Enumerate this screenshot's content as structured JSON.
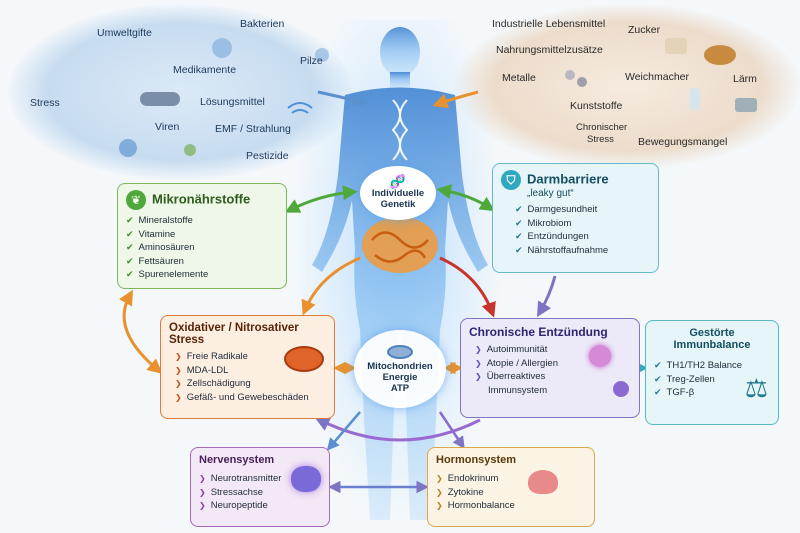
{
  "cloud_left": {
    "items": [
      "Umweltgifte",
      "Bakterien",
      "Pilze",
      "Medikamente",
      "Stress",
      "Lösungsmittel",
      "Viren",
      "EMF / Strahlung",
      "Pestizide"
    ]
  },
  "cloud_right": {
    "items": [
      "Industrielle Lebensmittel",
      "Zucker",
      "Nahrungsmittelzusätze",
      "Metalle",
      "Weichmacher",
      "Lärm",
      "Kunststoffe",
      "Chronischer",
      "Stress",
      "Bewegungsmangel"
    ]
  },
  "center": {
    "genetik_line1": "Individuelle",
    "genetik_line2": "Genetik",
    "mito_line1": "Mitochondrien",
    "mito_line2": "Energie",
    "mito_line3": "ATP"
  },
  "mikro": {
    "title": "Mikronährstoffe",
    "items": [
      "Mineralstoffe",
      "Vitamine",
      "Aminosäuren",
      "Fettsäuren",
      "Spurenelemente"
    ]
  },
  "darm": {
    "title": "Darmbarriere",
    "subtitle": "„leaky gut“",
    "items": [
      "Darmgesundheit",
      "Mikrobiom",
      "Entzündungen",
      "Nährstoffaufnahme"
    ]
  },
  "oxi": {
    "title": "Oxidativer / Nitrosativer Stress",
    "items": [
      "Freie Radikale",
      "MDA-LDL",
      "Zellschädigung",
      "Gefäß- und Gewebeschäden"
    ]
  },
  "chron": {
    "title": "Chronische Entzündung",
    "items": [
      "Autoimmunität",
      "Atopie / Allergien",
      "Überreaktives",
      "Immunsystem"
    ]
  },
  "imm": {
    "title_line1": "Gestörte",
    "title_line2": "Immunbalance",
    "items": [
      "TH1/TH2 Balance",
      "Treg-Zellen",
      "TGF-β"
    ]
  },
  "nerv": {
    "title": "Nervensystem",
    "items": [
      "Neurotransmitter",
      "Stressachse",
      "Neuropeptide"
    ]
  },
  "horm": {
    "title": "Hormonsystem",
    "items": [
      "Endokrinum",
      "Zytokine",
      "Hormonbalance"
    ]
  },
  "colors": {
    "green": "#7cb85a",
    "teal": "#66b8cc",
    "orange": "#e07a3a",
    "purple": "#7e74c4",
    "violet": "#a66bb6",
    "gold": "#d9a84a",
    "blue": "#4a90d9"
  }
}
